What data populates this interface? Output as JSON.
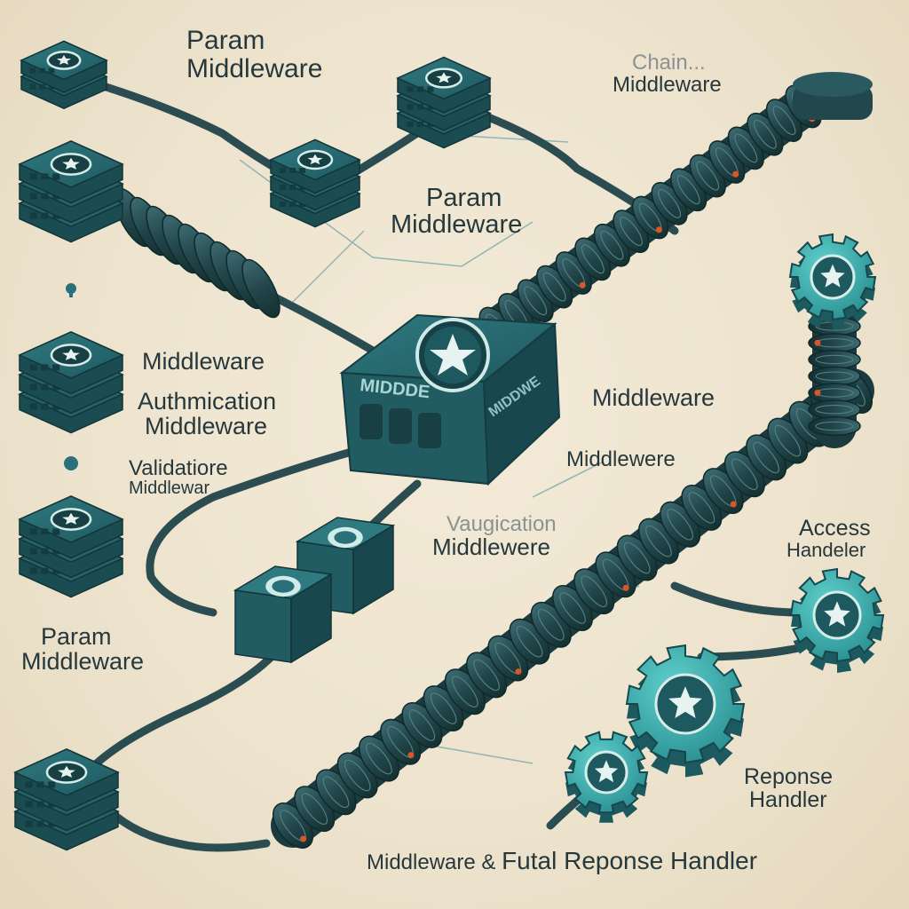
{
  "labels": {
    "param_top": [
      "Param",
      "Middleware"
    ],
    "chain": [
      "Chain...",
      "Middleware"
    ],
    "param_mid": [
      "Param",
      "Middleware"
    ],
    "middleware_left": "Middleware",
    "authentication": [
      "Authmication",
      "Middleware"
    ],
    "validation_left": [
      "Validatiore",
      "Middlewar"
    ],
    "middleware_right": "Middleware",
    "middleware_right2": "Middlewere",
    "validation_center": [
      "Vaugication",
      "Middlewere"
    ],
    "access_handler": [
      "Access",
      "Handeler"
    ],
    "param_bottom": [
      "Param",
      "Middleware"
    ],
    "response_handler": [
      "Reponse",
      "Handler"
    ],
    "footer_prefix": "Middleware &",
    "footer_main": "Futal Reponse Handler"
  },
  "central_box_text": [
    "MIDDDE",
    "MIDDWE"
  ],
  "colors": {
    "teal_dark": "#1f5960",
    "teal": "#2a7078",
    "teal_light": "#3fb2b3",
    "cable": "#28474c",
    "accent": "#d9562a",
    "background": "#efe6d1"
  },
  "icons": [
    "star-icon",
    "gear-icon",
    "cube-icon",
    "cable-icon"
  ]
}
